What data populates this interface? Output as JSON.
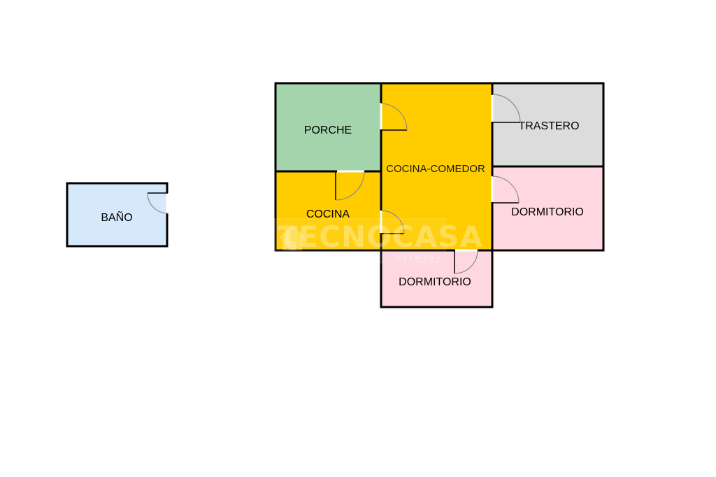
{
  "rooms": {
    "bano": {
      "label": "BAÑO",
      "color": "#d6e9fb"
    },
    "porche": {
      "label": "PORCHE",
      "color": "#a4d4ab"
    },
    "cocina": {
      "label": "COCINA",
      "color": "#ffcc00"
    },
    "cocina_comedor": {
      "label": "COCINA-COMEDOR",
      "color": "#ffcc00"
    },
    "trastero": {
      "label": "TRASTERO",
      "color": "#dcdcdc"
    },
    "dormitorio_right": {
      "label": "DORMITORIO",
      "color": "#ffd7e0"
    },
    "dormitorio_bottom": {
      "label": "DORMITORIO",
      "color": "#ffd7e0"
    }
  },
  "watermark": {
    "brand": "TECNOCASA",
    "sub": "NETWORK",
    "logo": "house-logo"
  }
}
